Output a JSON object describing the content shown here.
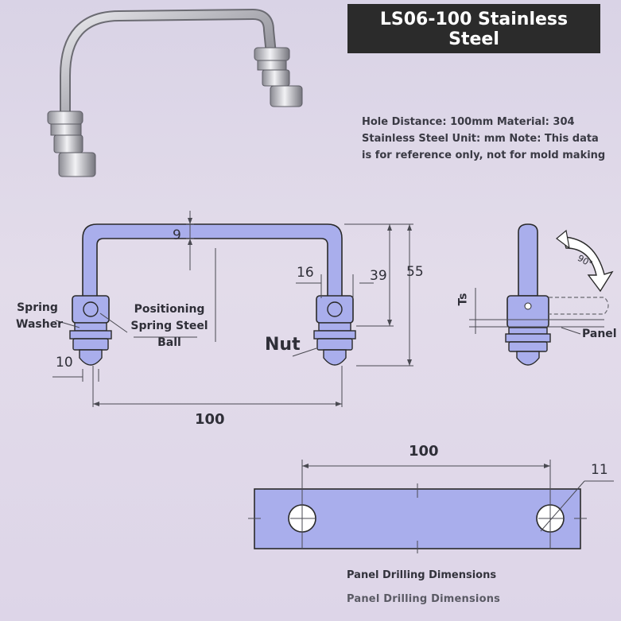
{
  "title": {
    "line1": "LS06-100 Stainless",
    "line2": "Steel"
  },
  "note": {
    "line1": "Hole Distance: 100mm Material: 304",
    "line2": "Stainless Steel Unit: mm Note: This data",
    "line3": "is for reference only, not for mold making"
  },
  "front_view": {
    "dim_thickness": "9",
    "dim_16": "16",
    "dim_39": "39",
    "dim_55": "55",
    "dim_10": "10",
    "dim_100": "100",
    "spring_washer": {
      "line1": "Spring",
      "line2": "Washer"
    },
    "ball": {
      "line1": "Positioning",
      "line2": "Spring Steel",
      "line3": "Ball"
    },
    "nut": "Nut"
  },
  "side_view": {
    "ts": "Ts",
    "angle": "90°",
    "panel": "Panel"
  },
  "drilling": {
    "dim_100": "100",
    "dim_11": "11",
    "caption": "Panel Drilling Dimensions",
    "caption_repeat": "Panel Drilling Dimensions"
  },
  "colors": {
    "part_fill": "#a9aeec",
    "outline": "#2a2a2a",
    "title_bg": "#2b2b2b"
  }
}
